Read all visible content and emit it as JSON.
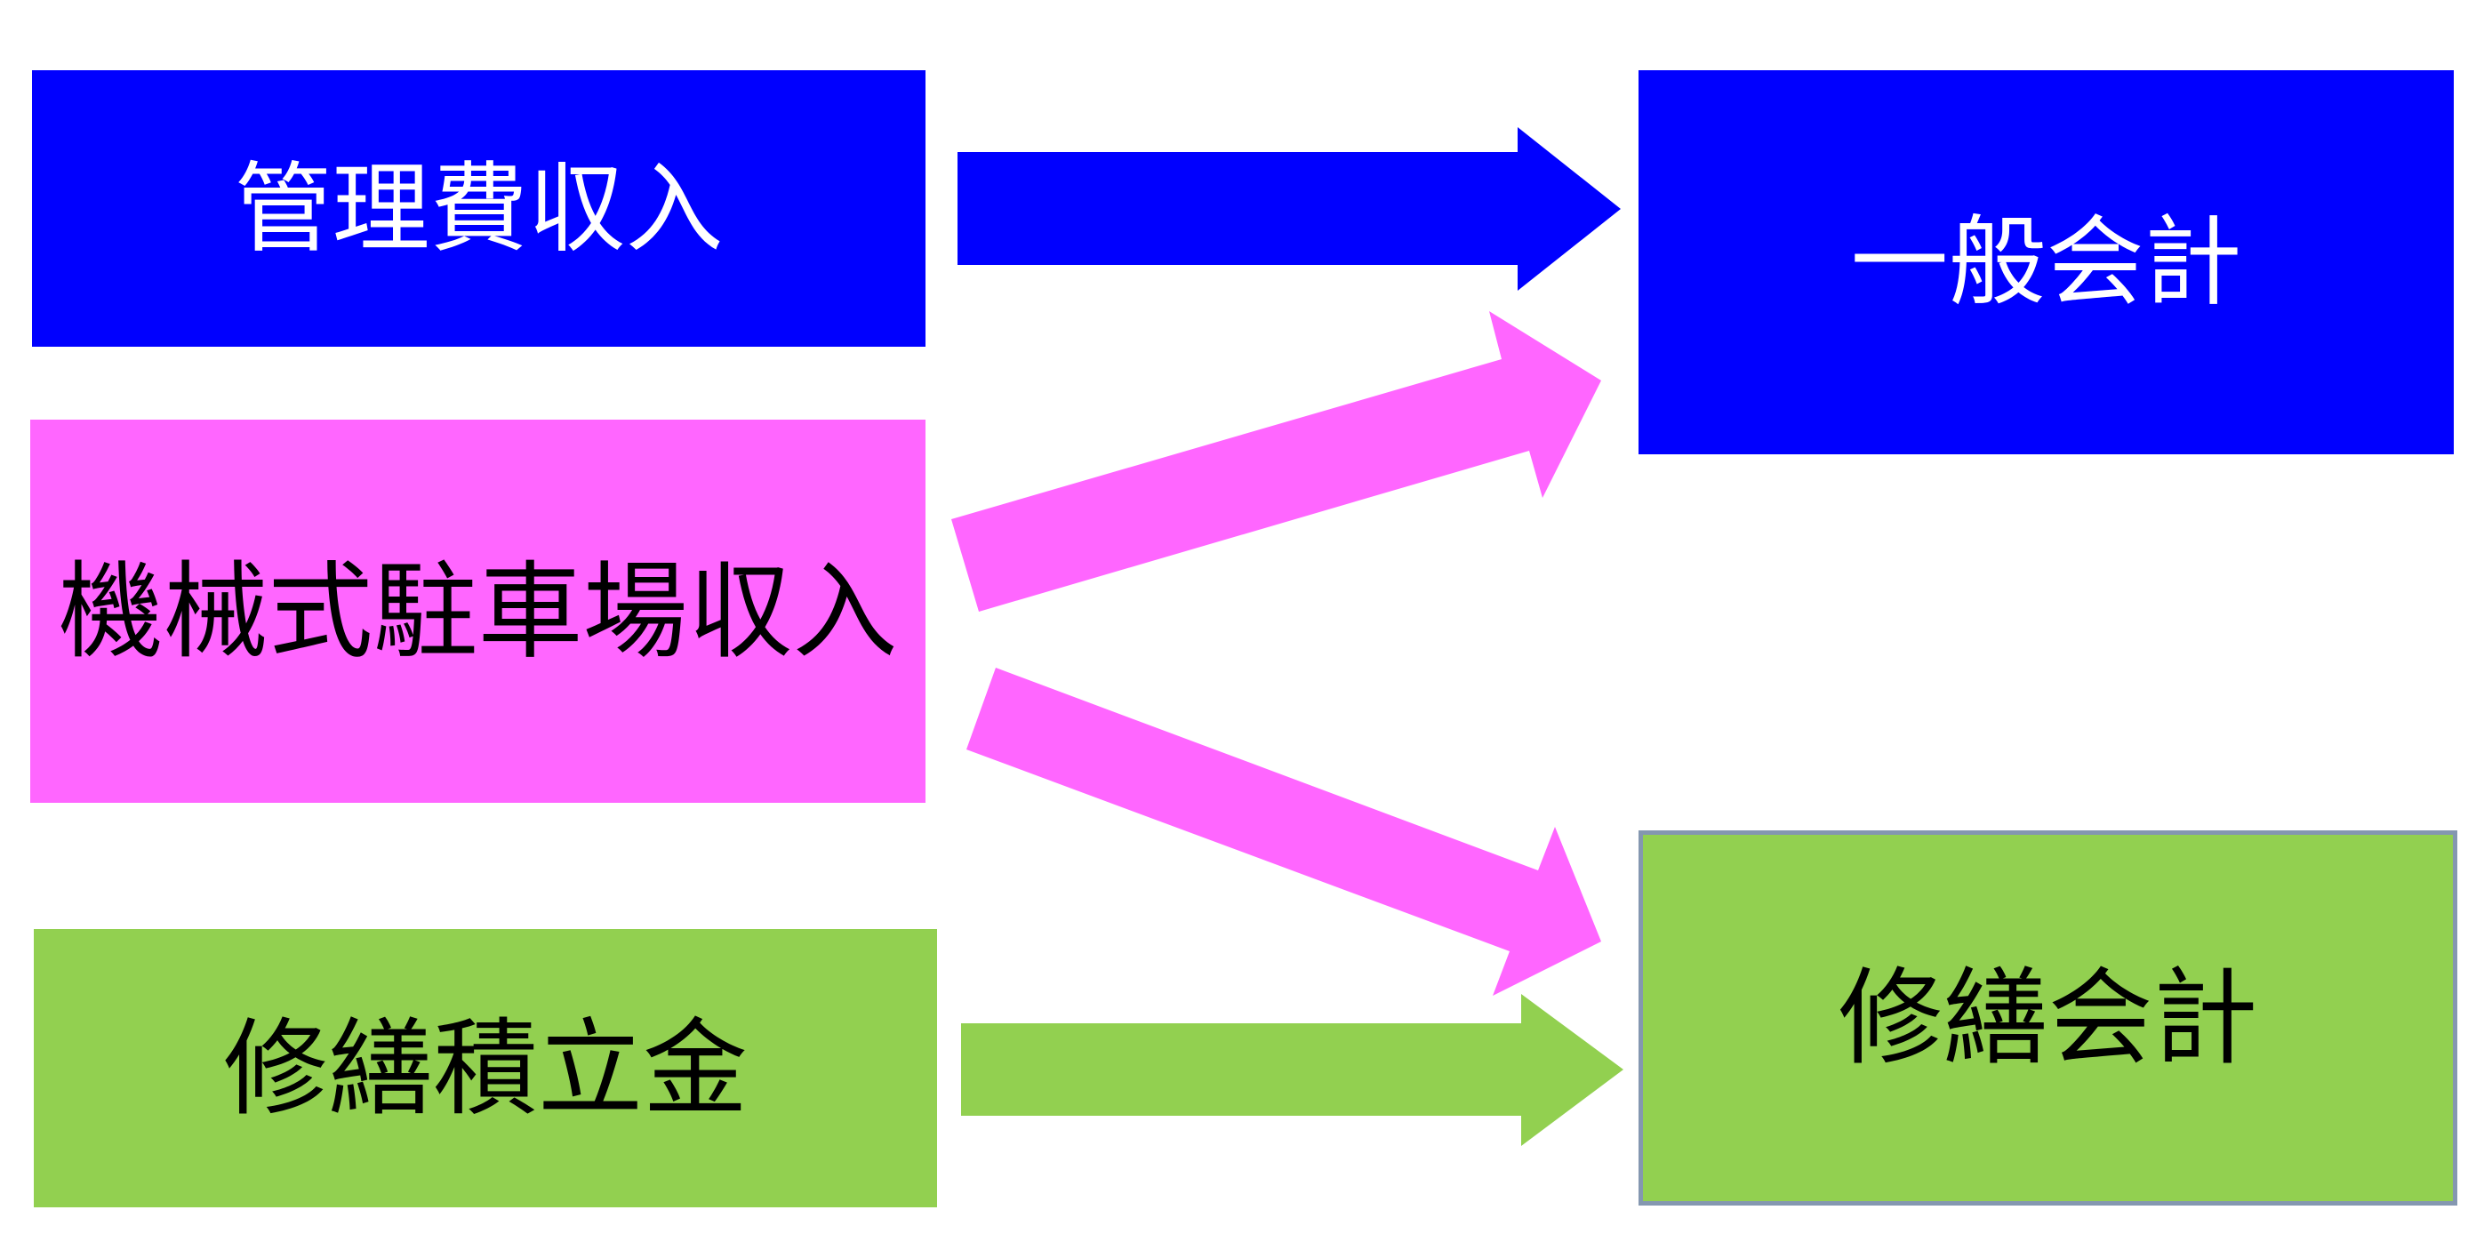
{
  "colors": {
    "blue": "#0000ff",
    "pink": "#ff66ff",
    "green": "#92d050",
    "white_text": "#ffffff",
    "black_text": "#000000",
    "green_border": "#8497b0"
  },
  "sources": {
    "kanrihi": "管理費収入",
    "kikaishiki": "機械式駐車場収入",
    "shuzen_tsumitate": "修繕積立金"
  },
  "targets": {
    "ippan": "一般会計",
    "shuzen_kaikei": "修繕会計"
  }
}
